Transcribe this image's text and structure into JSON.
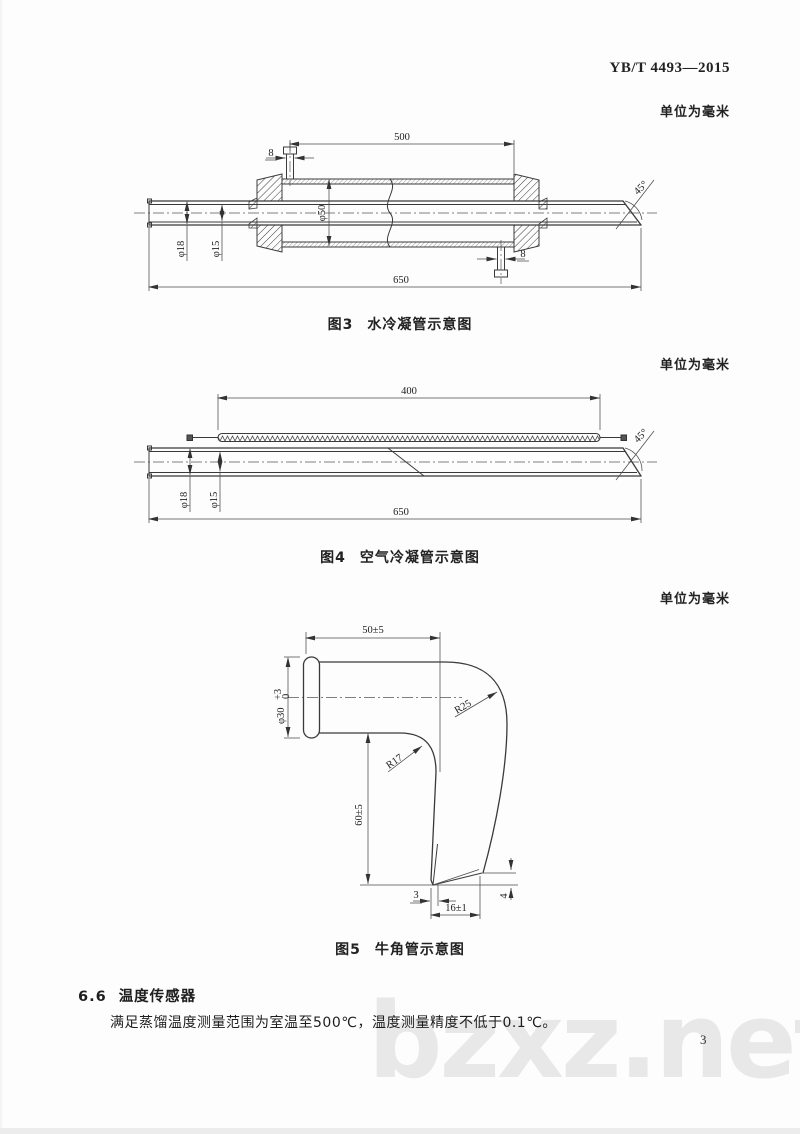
{
  "page": {
    "standard_number": "YB/T 4493—2015",
    "unit_note": "单位为毫米",
    "page_number": "3",
    "watermark": "bzxz.net"
  },
  "figures": {
    "fig3": {
      "caption_label": "图3",
      "caption_title": "水冷凝管示意图",
      "dims": {
        "jacket_length": "500",
        "top_nozzle": "8",
        "jacket_diameter": "φ50",
        "outer_diameter": "φ18",
        "inner_diameter": "φ15",
        "bottom_nozzle": "8",
        "overall_length": "650",
        "end_angle": "45°"
      }
    },
    "fig4": {
      "caption_label": "图4",
      "caption_title": "空气冷凝管示意图",
      "dims": {
        "fin_length": "400",
        "outer_diameter": "φ18",
        "inner_diameter": "φ15",
        "overall_length": "650",
        "end_angle": "45°"
      }
    },
    "fig5": {
      "caption_label": "图5",
      "caption_title": "牛角管示意图",
      "dims": {
        "straight_length": "50±5",
        "inlet_diameter": "φ30",
        "inlet_tol_upper": "+3",
        "inlet_tol_lower": "0",
        "outer_radius": "R25",
        "inner_radius": "R17",
        "drop_height": "60±5",
        "tip_wall": "3",
        "tip_width": "16±1",
        "tip_cut_height": "4"
      }
    }
  },
  "section": {
    "number": "6.6",
    "title": "温度传感器",
    "body": "满足蒸馏温度测量范围为室温至500℃，温度测量精度不低于0.1℃。"
  }
}
